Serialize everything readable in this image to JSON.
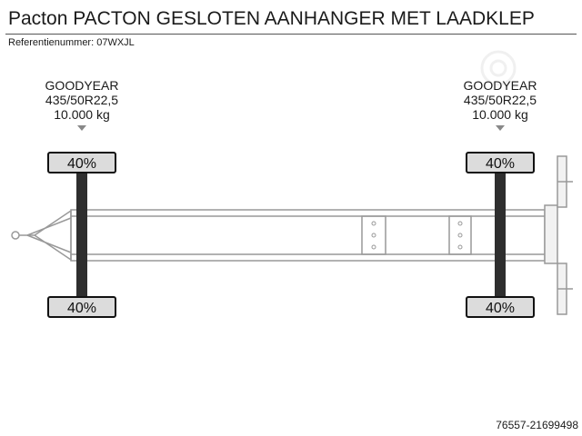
{
  "header": {
    "title": "Pacton PACTON GESLOTEN AANHANGER MET LAADKLEP",
    "reference": "Referentienummer: 07WXJL"
  },
  "axles": [
    {
      "brand": "GOODYEAR",
      "tire_size": "435/50R22,5",
      "load": "10.000 kg",
      "top_pct": "40%",
      "bottom_pct": "40%"
    },
    {
      "brand": "GOODYEAR",
      "tire_size": "435/50R22,5",
      "load": "10.000 kg",
      "top_pct": "40%",
      "bottom_pct": "40%"
    }
  ],
  "footer": {
    "listing_id": "76557-21699498"
  }
}
